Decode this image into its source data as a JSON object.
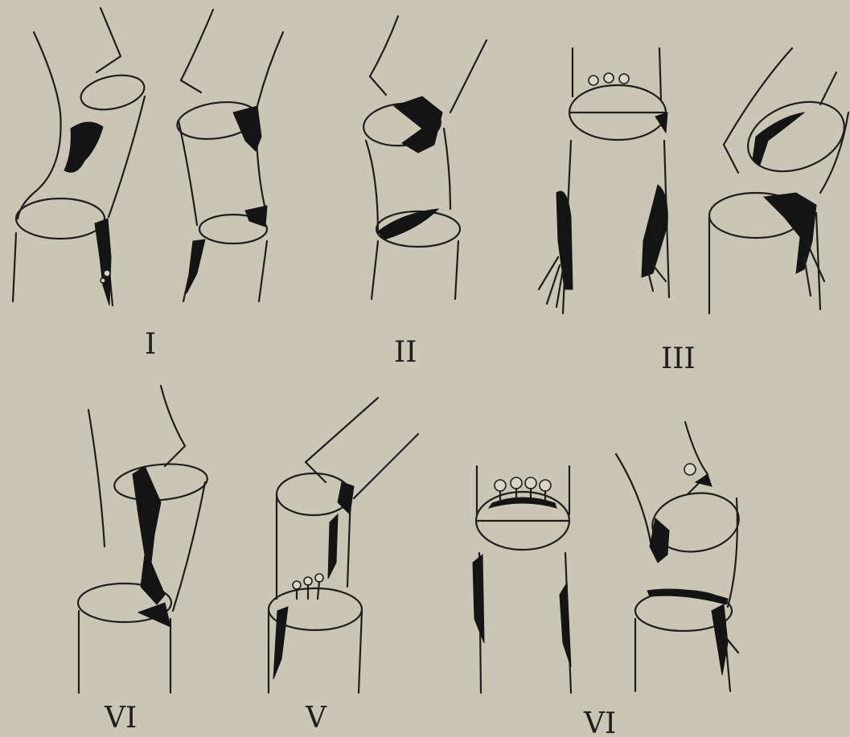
{
  "figure": {
    "background": "#cac6b5",
    "ink": "#1e1e1c",
    "panels": [
      {
        "label": "I"
      },
      {
        "label": "II"
      },
      {
        "label": "III"
      },
      {
        "label": "VI"
      },
      {
        "label": "V"
      },
      {
        "label": "VI"
      }
    ]
  }
}
